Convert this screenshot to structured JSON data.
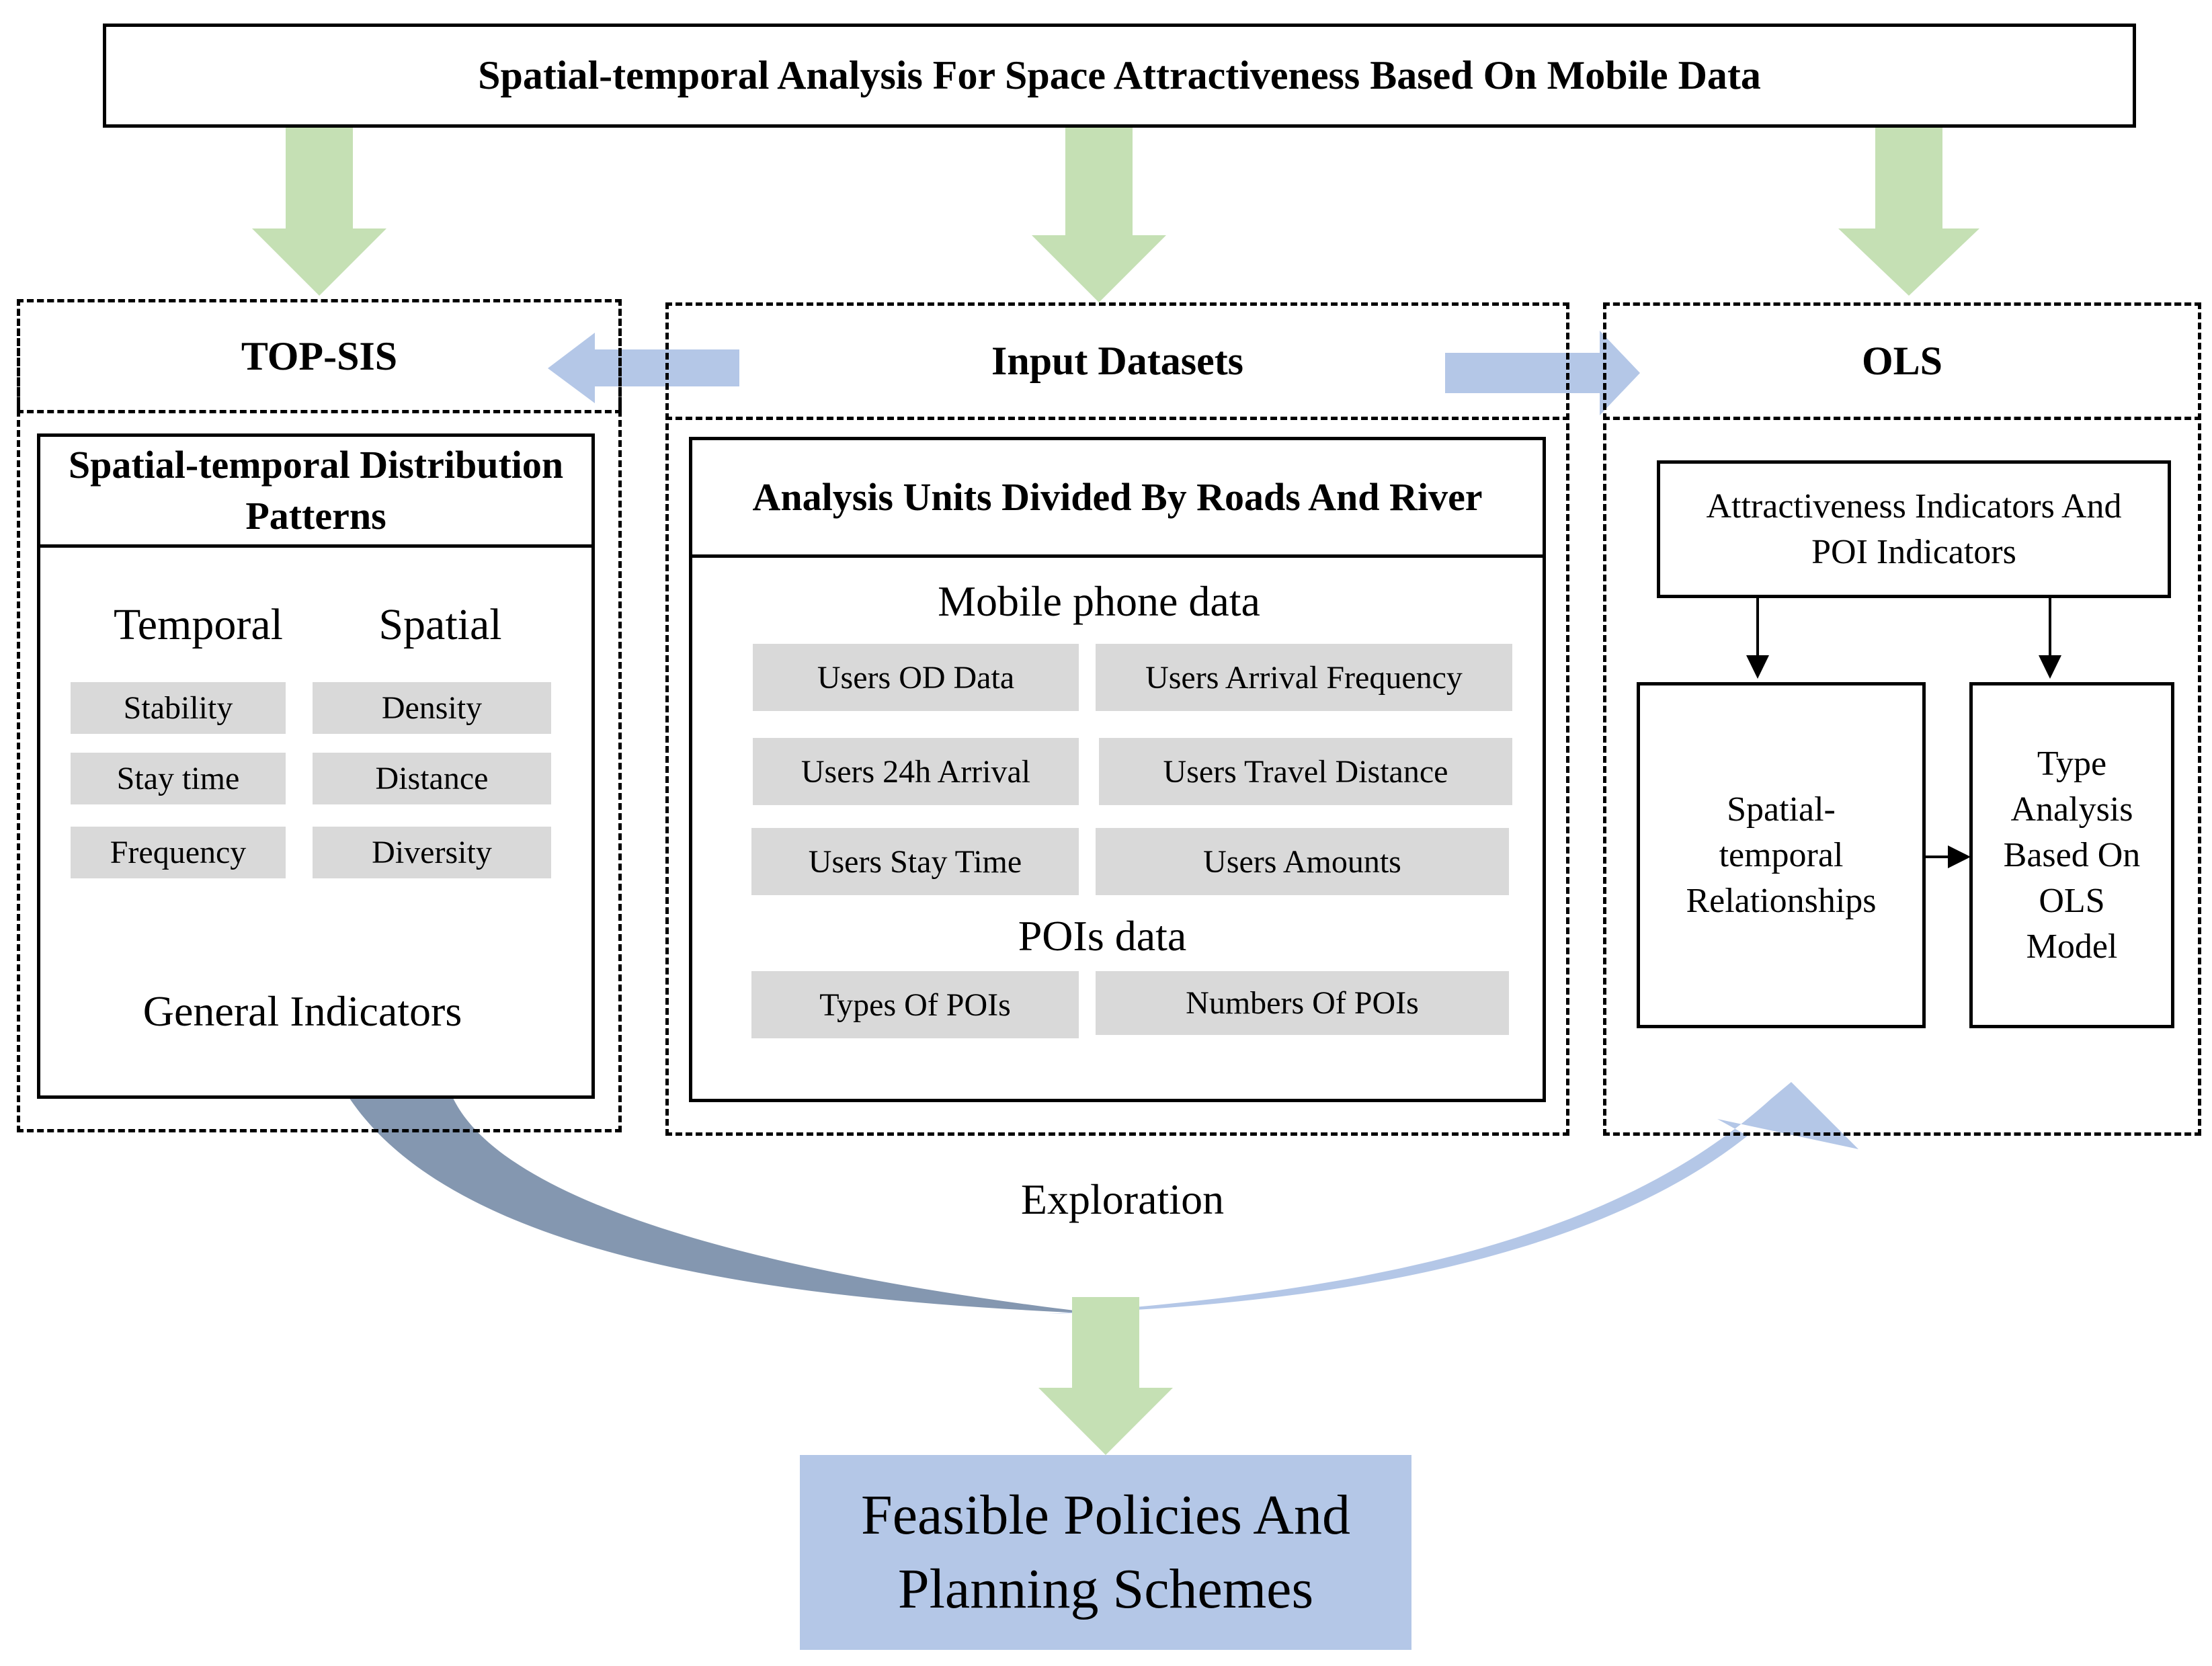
{
  "title": "Spatial-temporal  Analysis  For Space Attractiveness  Based On Mobile  Data",
  "topsis": {
    "header": "TOP-SIS",
    "box_title": "Spatial-temporal Distribution  Patterns",
    "temporal_label": "Temporal",
    "spatial_label": "Spatial",
    "temporal_items": [
      "Stability",
      "Stay time",
      "Frequency"
    ],
    "spatial_items": [
      "Density",
      "Distance",
      "Diversity"
    ],
    "general_label": "General Indicators"
  },
  "input": {
    "header": "Input  Datasets",
    "box_title": "Analysis  Units  Divided  By Roads  And River",
    "mobile_label": "Mobile phone data",
    "mobile_items": [
      "Users OD Data",
      "Users Arrival Frequency",
      "Users 24h Arrival",
      "Users Travel Distance",
      "Users Stay Time",
      "Users Amounts"
    ],
    "poi_label": "POIs data",
    "poi_items": [
      "Types Of POIs",
      "Numbers Of POIs"
    ]
  },
  "ols": {
    "header": "OLS",
    "indicators": "Attractiveness  Indicators And POI Indicators",
    "relationships": "Spatial-temporal Relationships",
    "type_analysis": "Type Analysis Based On OLS Model"
  },
  "exploration_label": "Exploration",
  "result": "Feasible  Policies  And Planning  Schemes",
  "colors": {
    "green_arrow": "#c5e0b4",
    "blue_arrow": "#b4c7e7",
    "dark_arrow": "#8497b0",
    "grey_box": "#d9d9d9",
    "result_box": "#b4c7e7"
  }
}
